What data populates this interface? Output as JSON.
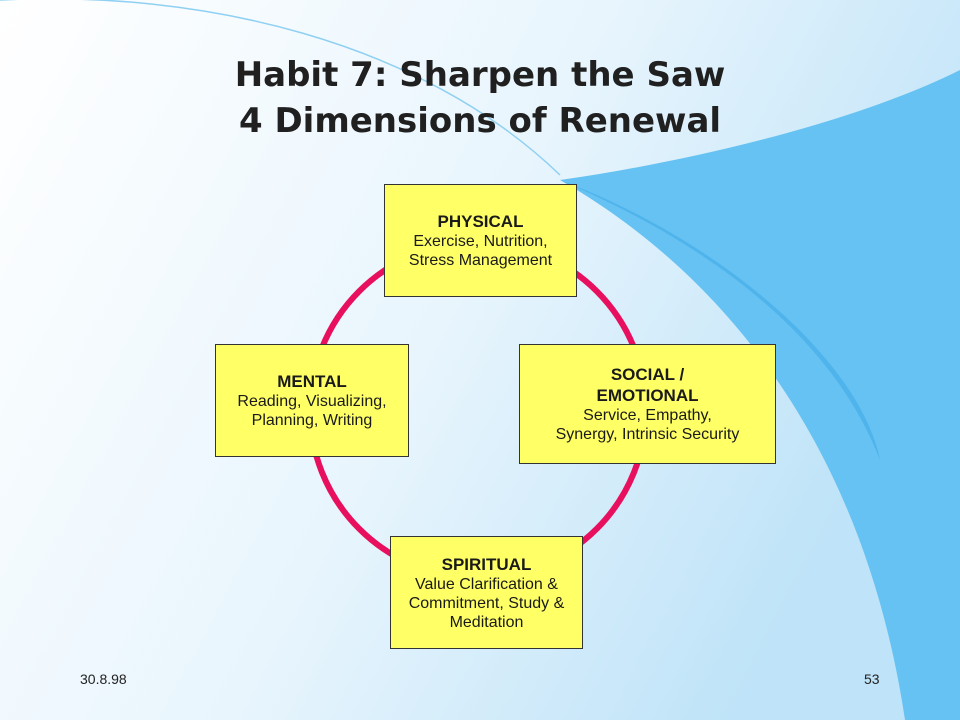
{
  "title": {
    "line1": "Habit 7: Sharpen the Saw",
    "line2": "4 Dimensions of Renewal"
  },
  "boxes": {
    "physical": {
      "heading": "PHYSICAL",
      "text": "Exercise, Nutrition,\nStress Management"
    },
    "mental": {
      "heading": "MENTAL",
      "text": "Reading, Visualizing,\nPlanning, Writing"
    },
    "social": {
      "heading": "SOCIAL /\nEMOTIONAL",
      "text": "Service, Empathy,\nSynergy, Intrinsic Security"
    },
    "spiritual": {
      "heading": "SPIRITUAL",
      "text": "Value Clarification &\nCommitment, Study &\nMeditation"
    }
  },
  "footer": {
    "date": "30.8.98",
    "page": "53"
  },
  "colors": {
    "circle": "#e8105e",
    "box_fill": "#ffff66",
    "accent_blue": "#66bfef"
  }
}
